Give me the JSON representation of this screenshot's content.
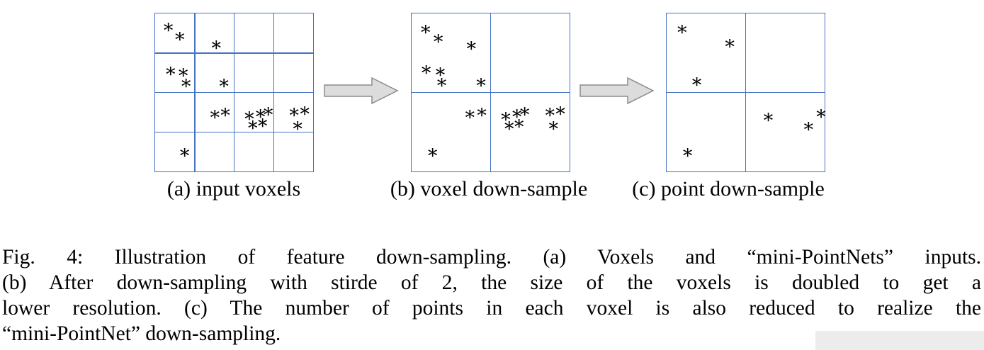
{
  "figure": {
    "point_glyph": "∗",
    "colors": {
      "grid_line": "#4472c4",
      "arrow_fill": "#dcdcdc",
      "arrow_stroke": "#8c8c8c",
      "point": "#000000"
    },
    "panels": [
      {
        "id": "a",
        "caption": "(a) input voxels",
        "rows": 4,
        "cols": 4,
        "points": [
          [
            8.4,
            8.4
          ],
          [
            15.6,
            14.2
          ],
          [
            38.7,
            19.6
          ],
          [
            9.8,
            36.4
          ],
          [
            17.8,
            37.3
          ],
          [
            19.6,
            44.0
          ],
          [
            43.6,
            44.0
          ],
          [
            37.8,
            63.6
          ],
          [
            44.4,
            62.2
          ],
          [
            59.6,
            64.4
          ],
          [
            66.7,
            63.1
          ],
          [
            61.8,
            70.2
          ],
          [
            68.0,
            68.9
          ],
          [
            71.6,
            61.8
          ],
          [
            88.0,
            62.2
          ],
          [
            94.7,
            61.3
          ],
          [
            90.2,
            70.7
          ],
          [
            18.7,
            88.0
          ]
        ]
      },
      {
        "id": "b",
        "caption": "(b) voxel down-sample",
        "rows": 2,
        "cols": 2,
        "points": [
          [
            8.9,
            9.8
          ],
          [
            16.9,
            15.6
          ],
          [
            37.8,
            20.0
          ],
          [
            9.3,
            35.6
          ],
          [
            18.2,
            36.9
          ],
          [
            19.1,
            43.6
          ],
          [
            44.0,
            43.6
          ],
          [
            36.9,
            63.6
          ],
          [
            44.4,
            62.2
          ],
          [
            59.6,
            64.9
          ],
          [
            66.7,
            63.1
          ],
          [
            61.8,
            70.7
          ],
          [
            68.0,
            69.3
          ],
          [
            71.6,
            61.8
          ],
          [
            87.6,
            62.2
          ],
          [
            94.2,
            61.3
          ],
          [
            89.8,
            70.7
          ],
          [
            13.3,
            88.0
          ]
        ]
      },
      {
        "id": "c",
        "caption": "(c) point down-sample",
        "rows": 2,
        "cols": 2,
        "points": [
          [
            9.8,
            9.8
          ],
          [
            40.0,
            18.7
          ],
          [
            19.1,
            43.1
          ],
          [
            64.4,
            65.3
          ],
          [
            89.8,
            71.1
          ],
          [
            97.8,
            63.1
          ],
          [
            13.3,
            88.0
          ]
        ]
      }
    ],
    "caption_lines": [
      "Fig. 4: Illustration of feature down-sampling. (a) Voxels and “mini-PointNets” inputs.",
      "(b) After down-sampling with stirde of 2, the size of the voxels is doubled to get a",
      "lower resolution. (c) The number of points in each voxel is also reduced to realize the",
      "“mini-PointNet” down-sampling."
    ]
  }
}
